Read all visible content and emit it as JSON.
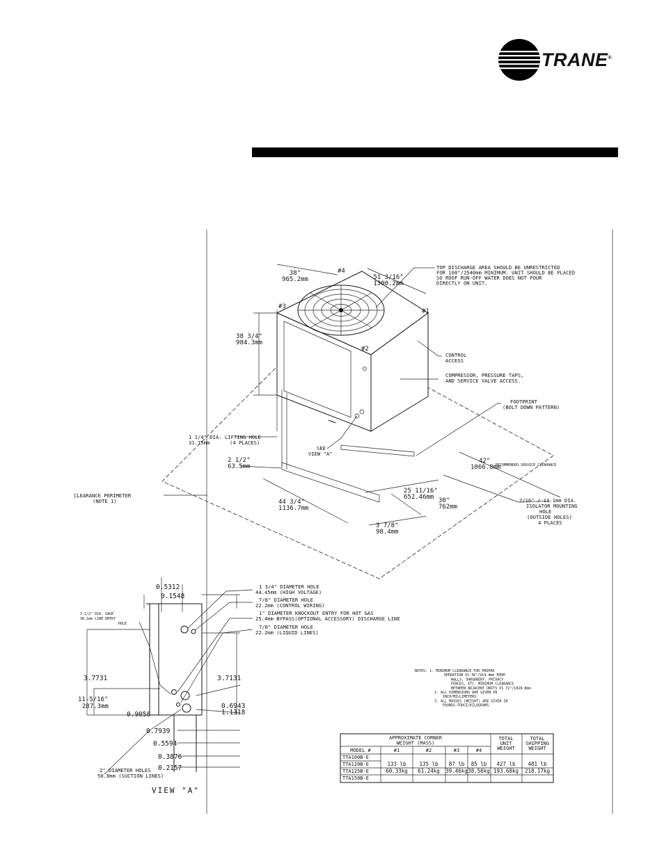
{
  "brand": {
    "name": "TRANE",
    "reg": "®",
    "logo_icon": "trane-globe-logo"
  },
  "iso": {
    "dim_38": [
      "38\"",
      "965.2mm"
    ],
    "dim_51": [
      "51 3/16\"",
      "1300.2mm"
    ],
    "dim_height": [
      "38 3/4\"",
      "984.3mm"
    ],
    "dim_lift": [
      "1 1/4\" DIA. LIFTING HOLE",
      "31.75mm",
      "(4 PLACES)"
    ],
    "dim_2half": [
      "2 1/2\"",
      "63.5mm"
    ],
    "dim_44": [
      "44 3/4\"",
      "1136.7mm"
    ],
    "dim_25": [
      "25 11/16\"",
      "652.46mm"
    ],
    "dim_30": [
      "30\"",
      "762mm"
    ],
    "dim_3_7_8": [
      "3 7/8\"",
      "98.4mm"
    ],
    "dim_42": [
      "42\"",
      "1066.8mm"
    ],
    "recommended": "RECOMMENDED SERVICE CLEARANCE",
    "corners": [
      "#1",
      "#2",
      "#3",
      "#4"
    ],
    "top_discharge": [
      "TOP DISCHARGE AREA SHOULD BE UNRESTRICTED",
      "FOR 100\"/2540mm MINIMUM. UNIT SHOULD BE PLACED",
      "SO ROOF RUN-OFF WATER DOES NOT POUR",
      "DIRECTLY ON UNIT."
    ],
    "control_access": [
      "CONTROL",
      "ACCESS"
    ],
    "compressor": [
      "COMPRESSOR, PRESSURE TAPS,",
      "AND SERVICE VALVE ACCESS."
    ],
    "footprint": [
      "FOOTPRINT",
      "(BOLT DOWN PATTERN)"
    ],
    "see_view": [
      "SEE",
      "VIEW \"A\""
    ],
    "clearance": [
      "CLEARANCE PERIMETER",
      "(NOTE 1)"
    ],
    "isolator": [
      "7/16\" / 11.1mm DIA.",
      "ISOLATOR MOUNTING",
      "HOLE",
      "(OUTSIDE HOLES)",
      "4 PLACES"
    ]
  },
  "view_a": {
    "title": "VIEW \"A\"",
    "dims": [
      "0.5312",
      "0.1548",
      "3.7731",
      "3.7131",
      "0.9056",
      "0.6943",
      "1.1318",
      "0.7939",
      "0.5594",
      "0.3876",
      "0.2157"
    ],
    "dim_11": [
      "11-5/16\"",
      "287.3mm"
    ],
    "gage": [
      "1-1/2\" DIA. GAGE",
      "38.1mm LINE ENTRY",
      "HOLE"
    ],
    "hole1": [
      "1 3/4\" DIAMETER HOLE",
      "44.45mm (HIGH VOLTAGE)"
    ],
    "hole2": [
      "7/8\" DIAMETER HOLE",
      "22.2mm (CONTROL WIRING)"
    ],
    "hole3": [
      "1\" DIAMETER KNOCKOUT ENTRY FOR HOT GAS",
      "25.4mm BYPASS(OPTIONAL ACCESSORY) DISCHARGE LINE"
    ],
    "hole4": [
      "7/8\" DIAMETER HOLE",
      "22.2mm (LIQUID LINES)"
    ],
    "suction": [
      "2\" DIAMETER HOLES",
      "50.8mm (SUCTION LINES)"
    ]
  },
  "notes": [
    "NOTES: 1. MINIMUM CLEARANCE FOR PROPER",
    "OPERATION IS 36\"/914.4mm FROM",
    "WALLS, SHRUBBERY, PRIVACY",
    "FENCES, ETC. MINIMUM CLEARANCE",
    "BETWEEN ADJACENT UNITS IS 72\"/1828.8mm.",
    "2. ALL DIMENSIONS ARE GIVEN IN",
    "INCH/MILLIMETERS.",
    "3. ALL MASSES (WEIGHT) ARE GIVEN IN",
    "POUNDS-FORCE/KILOGRAMS."
  ],
  "table": {
    "group_header": [
      "APPROXIMATE CORNER",
      "WEIGHT (MASS)"
    ],
    "total_unit": [
      "TOTAL",
      "UNIT",
      "WEIGHT"
    ],
    "total_ship": [
      "TOTAL",
      "SHIPPING",
      "WEIGHT"
    ],
    "columns": [
      "MODEL #",
      "#1",
      "#2",
      "#3",
      "#4"
    ],
    "models": [
      "TTA100B-E",
      "TTA120B-E",
      "TTA125B-E",
      "TTA150B-E"
    ],
    "lb": [
      "133 lb",
      "135 lb",
      "87 lb",
      "85 lb",
      "427 lb",
      "481 lb"
    ],
    "kg": [
      "60.33kg",
      "61.24kg",
      "39.46kg",
      "38.56kg",
      "193.68kg",
      "218.17kg"
    ]
  }
}
